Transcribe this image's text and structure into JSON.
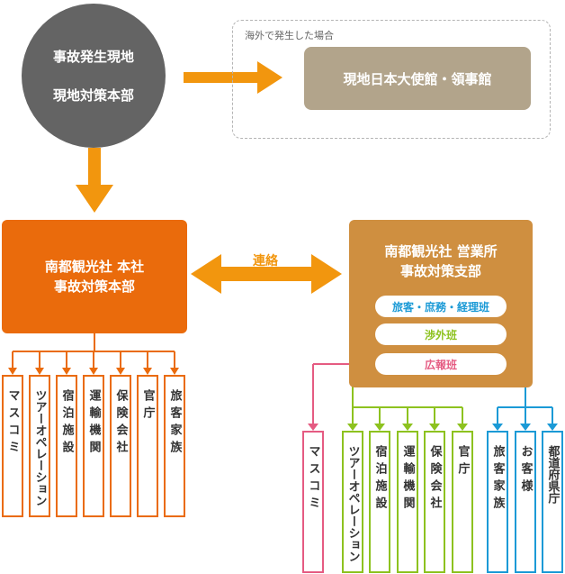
{
  "accident_site": {
    "line1": "事故発生現地",
    "line2": "現地対策本部"
  },
  "overseas": {
    "label": "海外で発生した場合",
    "embassy": "現地日本大使館・領事館"
  },
  "hq": {
    "line1": "南都観光社 本社",
    "line2": "事故対策本部"
  },
  "liaison": "連絡",
  "branch": {
    "line1": "南都観光社 営業所",
    "line2": "事故対策支部",
    "teams": {
      "customer": "旅客・庶務・経理班",
      "negotiation": "渉外班",
      "pr": "広報班"
    }
  },
  "hq_contacts": [
    "マスコミ",
    "ツアーオペレーション",
    "宿泊施設",
    "運輸機関",
    "保険会社",
    "官庁",
    "旅客家族"
  ],
  "branch_contacts": {
    "pr": [
      "マスコミ"
    ],
    "negotiation": [
      "ツアーオペレーション",
      "宿泊施設",
      "運輸機関",
      "保険会社",
      "官庁"
    ],
    "customer": [
      "旅客家族",
      "お客様",
      "都道府県庁"
    ]
  },
  "colors": {
    "hq": "#ea6b0c",
    "branch": "#cf8f40",
    "arrow": "#f2960e",
    "pr": "#e55b82",
    "negotiation": "#8dc21f",
    "customer": "#1b9ad6",
    "embassy": "#b2a48b"
  }
}
